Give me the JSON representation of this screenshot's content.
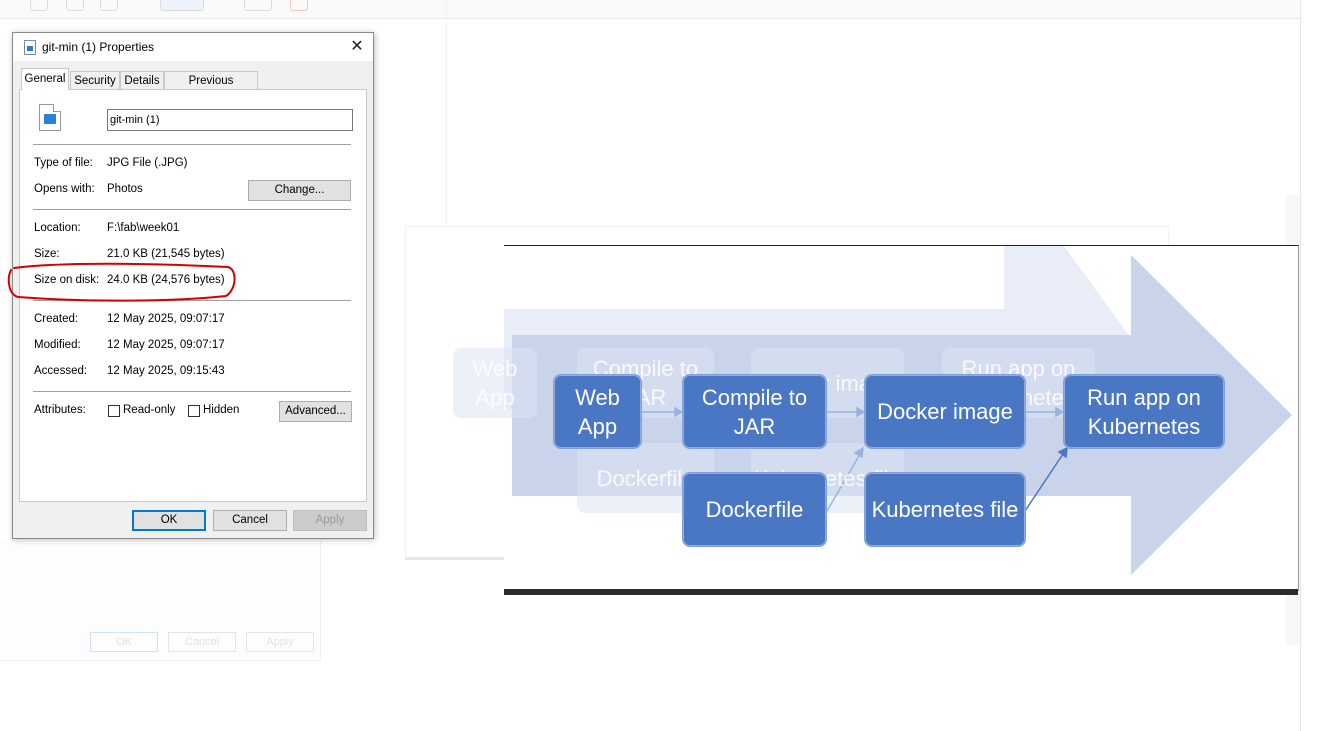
{
  "dialog": {
    "title": "git-min (1) Properties",
    "close_glyph": "✕",
    "tabs": [
      {
        "label": "General",
        "active": true
      },
      {
        "label": "Security"
      },
      {
        "label": "Details"
      },
      {
        "label": "Previous Versions"
      }
    ],
    "file_name": "git-min (1)",
    "type_label": "Type of file:",
    "type_value": "JPG File (.JPG)",
    "opens_label": "Opens with:",
    "opens_value": "Photos",
    "change_button": "Change...",
    "location_label": "Location:",
    "location_value": "F:\\fab\\week01",
    "size_label": "Size:",
    "size_value": "21.0 KB (21,545 bytes)",
    "size_on_disk_label": "Size on disk:",
    "size_on_disk_value": "24.0 KB (24,576 bytes)",
    "created_label": "Created:",
    "created_value": "12 May 2025, 09:07:17",
    "modified_label": "Modified:",
    "modified_value": "12 May 2025, 09:07:17",
    "accessed_label": "Accessed:",
    "accessed_value": "12 May 2025, 09:15:43",
    "attributes_label": "Attributes:",
    "readonly_label": "Read-only",
    "hidden_label": "Hidden",
    "advanced_button": "Advanced...",
    "ok_button": "OK",
    "cancel_button": "Cancel",
    "apply_button": "Apply"
  },
  "ghost_dialog": {
    "ok": "OK",
    "cancel": "Cancel",
    "apply": "Apply"
  },
  "diagram": {
    "boxes": {
      "web_app": "Web App",
      "compile": "Compile to JAR",
      "docker_image": "Docker image",
      "run_app": "Run app on Kubernetes",
      "dockerfile": "Dockerfile",
      "kube_file": "Kubernetes file"
    },
    "ghost_boxes": {
      "web_app": "Web App",
      "compile": "Compile to JAR",
      "docker_image": "Docker image",
      "run_app": "Run app on Kubernetes",
      "dockerfile": "Dockerfile",
      "kube_file": "Kubernetes file"
    }
  },
  "colors": {
    "box_fill": "#4a77c4",
    "arrow_fill": "#c9d3ea",
    "annotation": "#d40000",
    "focus_blue": "#0078d7"
  }
}
